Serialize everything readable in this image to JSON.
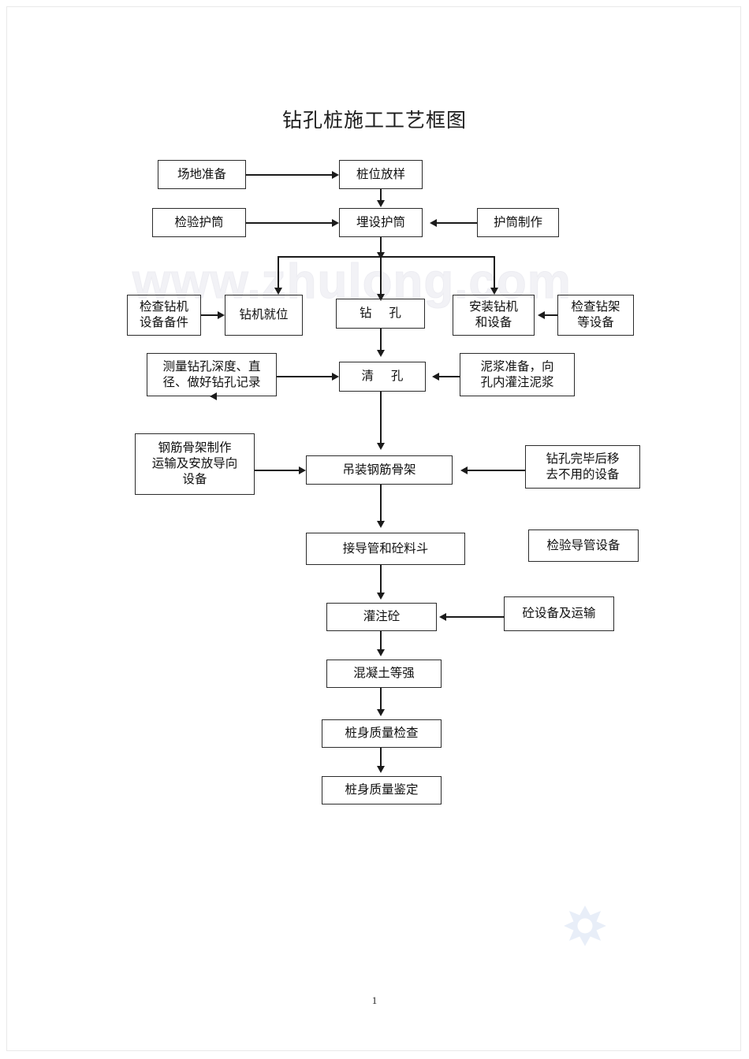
{
  "document": {
    "title": "钻孔桩施工工艺框图",
    "page_number": "1",
    "watermark_text": "www.zhulong.com",
    "watermark_star_icon": "star-burst-icon"
  },
  "chart_data": {
    "type": "diagram",
    "title": "钻孔桩施工工艺框图",
    "nodes": [
      {
        "id": "n1",
        "label": "场地准备"
      },
      {
        "id": "n2",
        "label": "桩位放样"
      },
      {
        "id": "n3",
        "label": "检验护筒"
      },
      {
        "id": "n4",
        "label": "埋设护筒"
      },
      {
        "id": "n5",
        "label": "护筒制作"
      },
      {
        "id": "n6",
        "label": "检查钻机\n设备备件"
      },
      {
        "id": "n7",
        "label": "钻机就位"
      },
      {
        "id": "n8",
        "label": "钻 孔"
      },
      {
        "id": "n9",
        "label": "安装钻机\n和设备"
      },
      {
        "id": "n10",
        "label": "检查钻架\n等设备"
      },
      {
        "id": "n11",
        "label": "测量钻孔深度、直\n径、做好钻孔记录"
      },
      {
        "id": "n12",
        "label": "清 孔"
      },
      {
        "id": "n13",
        "label": "泥浆准备，向\n孔内灌注泥浆"
      },
      {
        "id": "n14",
        "label": "钢筋骨架制作\n运输及安放导向\n设备"
      },
      {
        "id": "n15",
        "label": "吊装钢筋骨架"
      },
      {
        "id": "n16",
        "label": "钻孔完毕后移\n去不用的设备"
      },
      {
        "id": "n17",
        "label": "接导管和砼料斗"
      },
      {
        "id": "n18",
        "label": "检验导管设备"
      },
      {
        "id": "n19",
        "label": "灌注砼"
      },
      {
        "id": "n20",
        "label": "砼设备及运输"
      },
      {
        "id": "n21",
        "label": "混凝土等强"
      },
      {
        "id": "n22",
        "label": "桩身质量检查"
      },
      {
        "id": "n23",
        "label": "桩身质量鉴定"
      }
    ],
    "edges": [
      {
        "from": "n1",
        "to": "n2",
        "dir": "right"
      },
      {
        "from": "n2",
        "to": "n4",
        "dir": "down"
      },
      {
        "from": "n3",
        "to": "n4",
        "dir": "right"
      },
      {
        "from": "n5",
        "to": "n4",
        "dir": "left"
      },
      {
        "from": "n4",
        "to": "n7",
        "dir": "down"
      },
      {
        "from": "n4",
        "to": "n8",
        "dir": "down"
      },
      {
        "from": "n4",
        "to": "n9",
        "dir": "down"
      },
      {
        "from": "n6",
        "to": "n7",
        "dir": "right"
      },
      {
        "from": "n10",
        "to": "n9",
        "dir": "left"
      },
      {
        "from": "n8",
        "to": "n12",
        "dir": "down"
      },
      {
        "from": "n11",
        "to": "n12",
        "dir": "right"
      },
      {
        "from": "n13",
        "to": "n12",
        "dir": "left"
      },
      {
        "from": "n12",
        "to": "n15",
        "dir": "down"
      },
      {
        "from": "n14",
        "to": "n15",
        "dir": "right"
      },
      {
        "from": "n16",
        "to": "n15",
        "dir": "left"
      },
      {
        "from": "n15",
        "to": "n17",
        "dir": "down"
      },
      {
        "from": "n17",
        "to": "n19",
        "dir": "down"
      },
      {
        "from": "n20",
        "to": "n19",
        "dir": "left"
      },
      {
        "from": "n19",
        "to": "n21",
        "dir": "down"
      },
      {
        "from": "n21",
        "to": "n22",
        "dir": "down"
      },
      {
        "from": "n22",
        "to": "n23",
        "dir": "down"
      }
    ]
  }
}
